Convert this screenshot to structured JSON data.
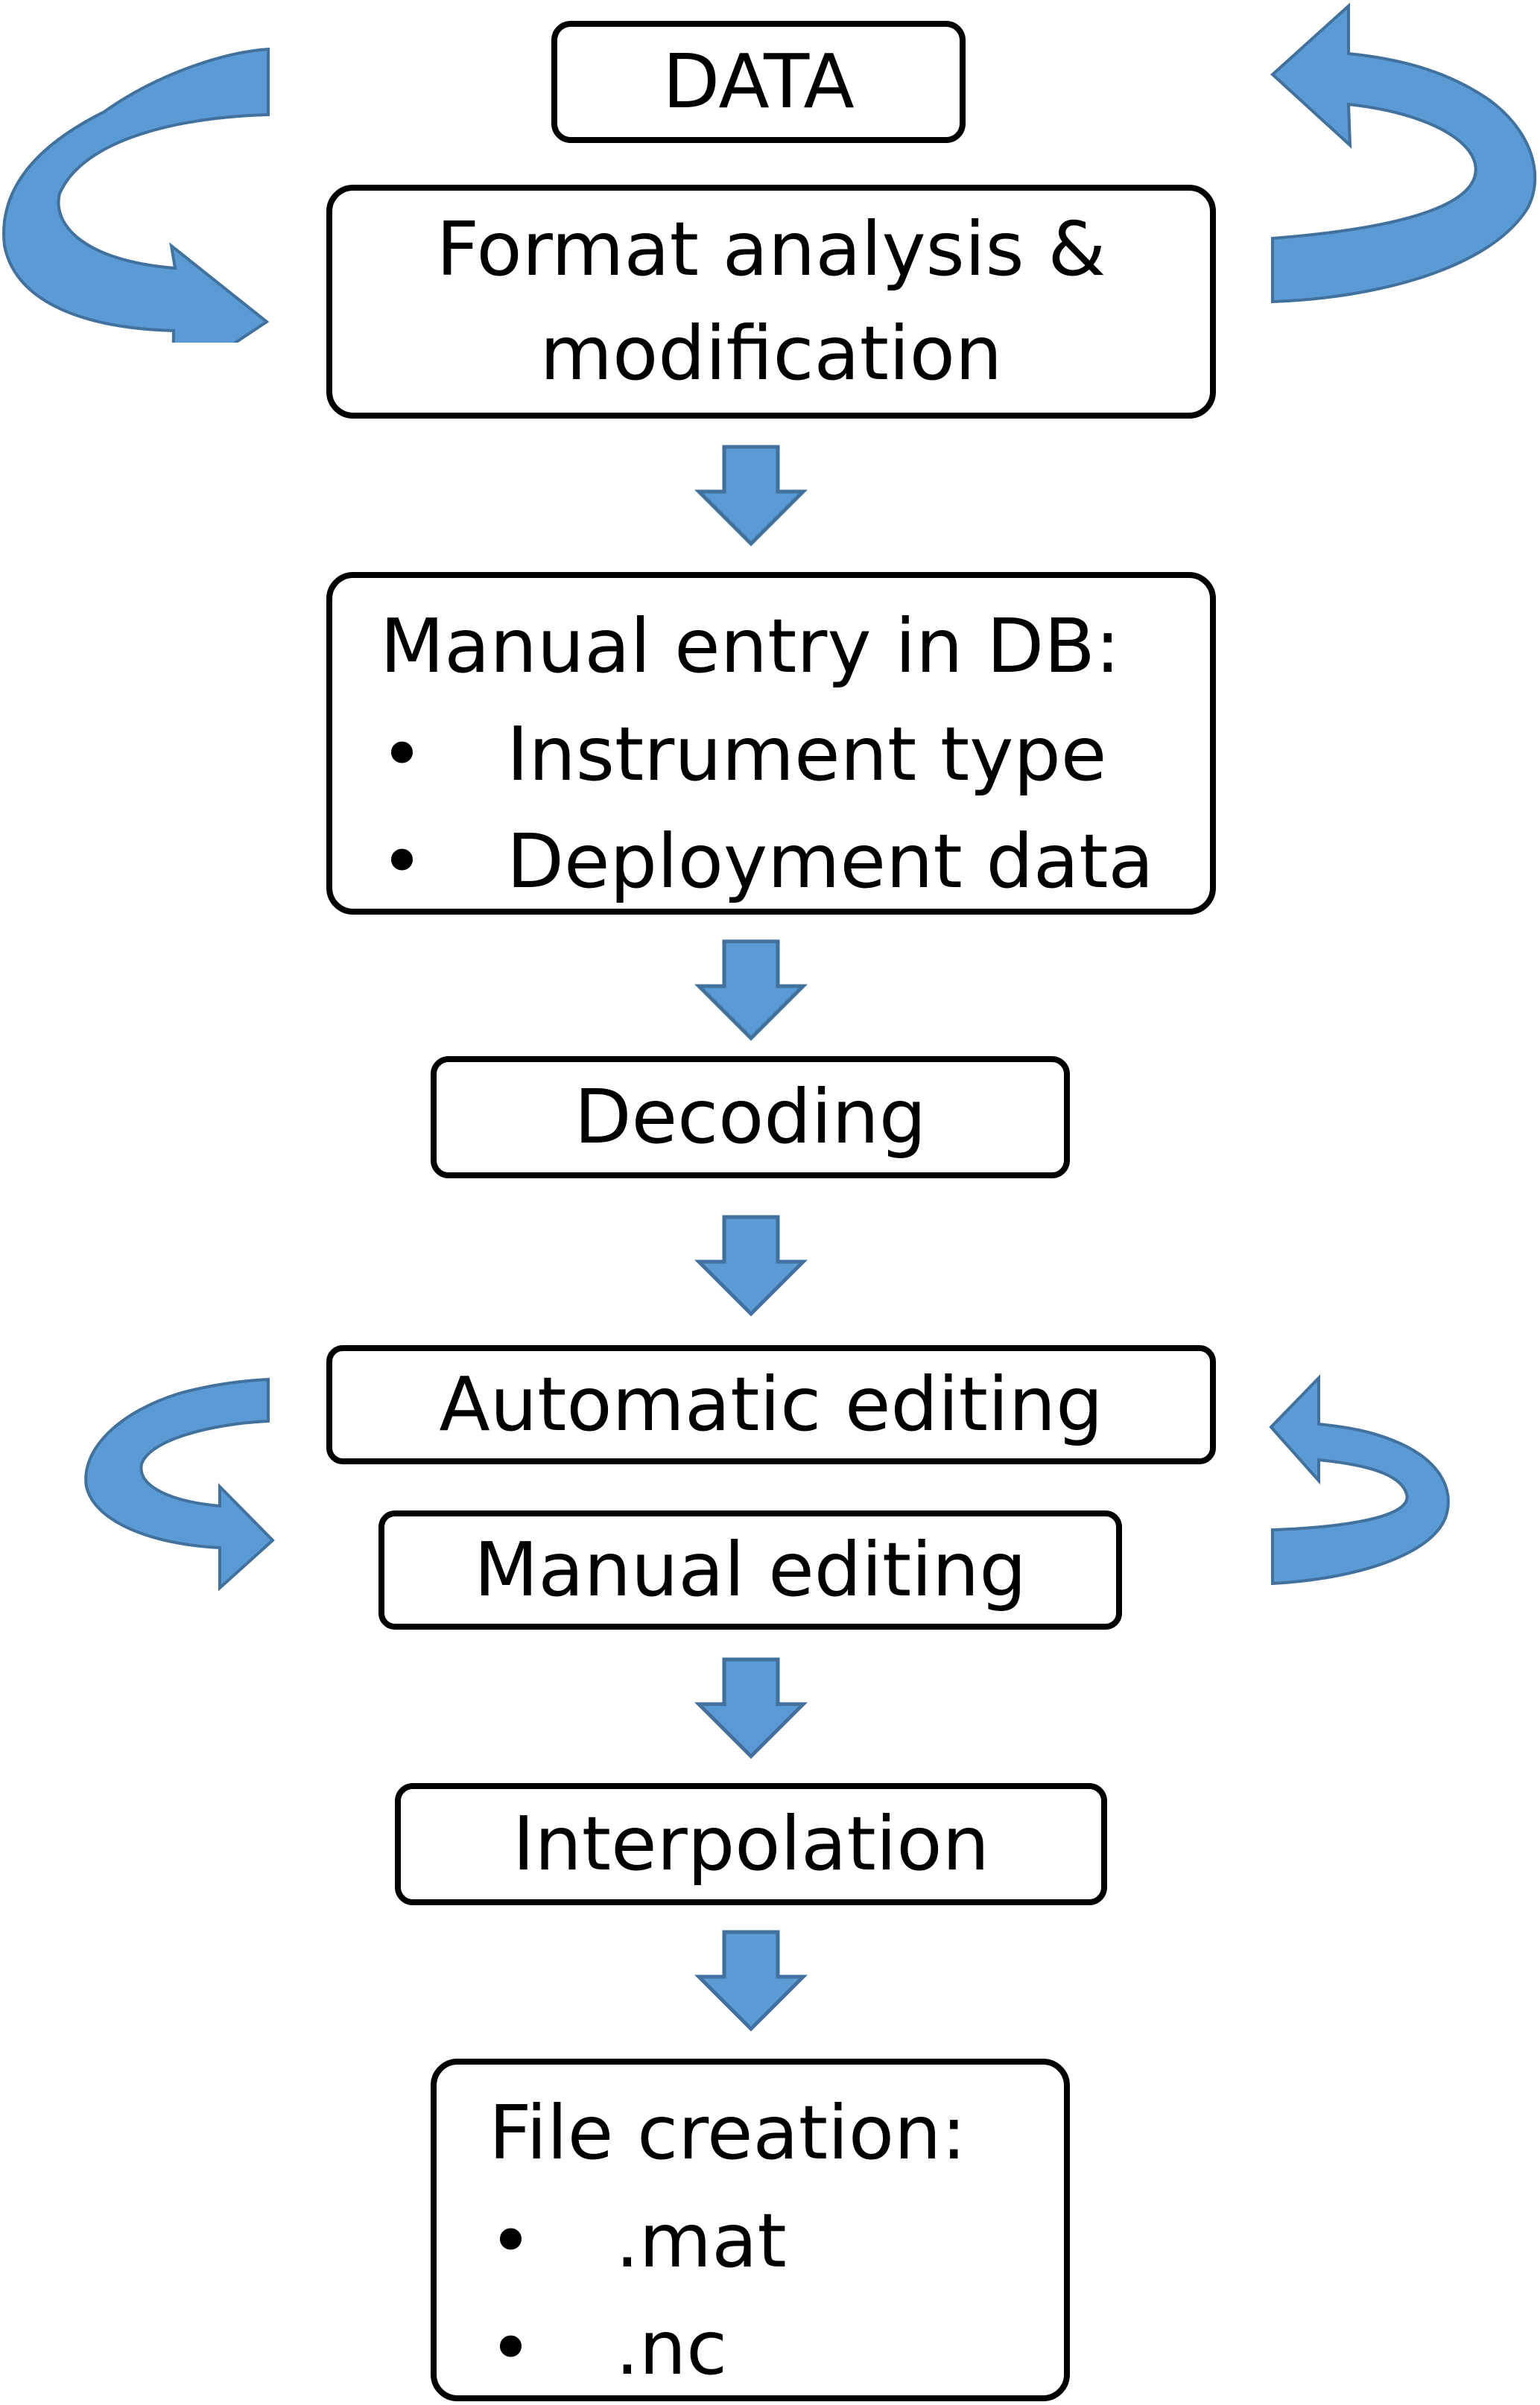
{
  "diagram": {
    "colors": {
      "arrow_fill": "#5b9bd5",
      "arrow_dark": "#41719c",
      "box_border": "#000000"
    },
    "steps": {
      "data": "DATA",
      "format": "Format analysis &\nmodification",
      "manual_entry": {
        "heading": "Manual entry in DB:",
        "items": [
          "Instrument type",
          "Deployment data"
        ]
      },
      "decoding": "Decoding",
      "automatic_editing": "Automatic editing",
      "manual_editing": "Manual editing",
      "interpolation": "Interpolation",
      "file_creation": {
        "heading": "File creation:",
        "items": [
          ".mat",
          ".nc"
        ]
      }
    },
    "bullet_symbol": "•",
    "icons": {
      "down_arrow": "down-arrow-icon",
      "loop_arrow": "loop-arrow-icon"
    }
  }
}
